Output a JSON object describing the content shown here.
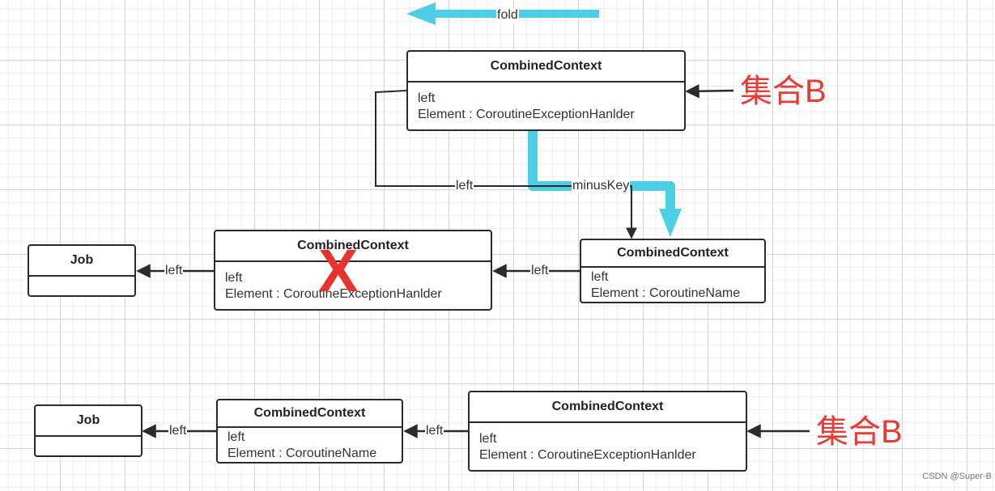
{
  "fold_label": "fold",
  "minus_key_label": "minusKey",
  "left_label": "left",
  "set_b_label": "集合B",
  "x_mark": "X",
  "watermark": "CSDN @Super-B",
  "colors": {
    "highlight": "#4ccfe4",
    "line": "#2b2b2b",
    "note": "#e83b35"
  },
  "nodes": {
    "top": {
      "title": "CombinedContext",
      "field_left": "left",
      "field_element": "Element : CoroutineExceptionHanlder"
    },
    "mid_removed": {
      "title": "CombinedContext",
      "field_left": "left",
      "field_element": "Element : CoroutineExceptionHanlder"
    },
    "mid_right": {
      "title": "CombinedContext",
      "field_left": "left",
      "field_element": "Element : CoroutineName"
    },
    "job_mid": {
      "title": "Job"
    },
    "bottom_right": {
      "title": "CombinedContext",
      "field_left": "left",
      "field_element": "Element : CoroutineExceptionHanlder"
    },
    "bottom_mid": {
      "title": "CombinedContext",
      "field_left": "left",
      "field_element": "Element : CoroutineName"
    },
    "job_bottom": {
      "title": "Job"
    }
  }
}
